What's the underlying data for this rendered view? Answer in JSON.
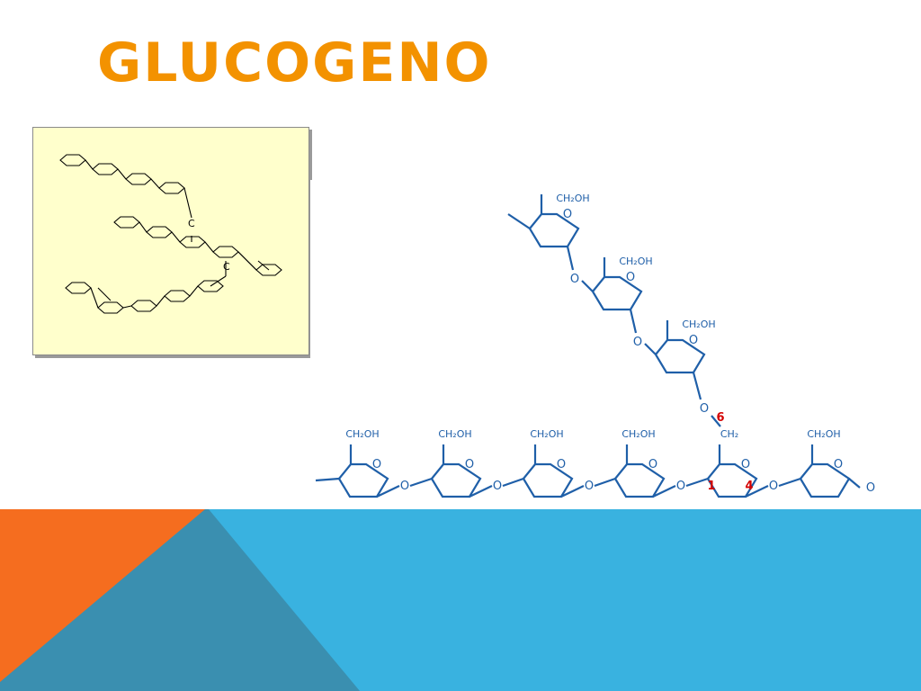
{
  "slide": {
    "title": "GLUCOGENO",
    "title_color": "#f39200"
  },
  "left_diagram": {
    "branch_labels": [
      "C",
      "C"
    ]
  },
  "right_diagram": {
    "group_label": "CH₂OH",
    "ch2_label": "CH₂",
    "ring_oxygen": "O",
    "link_oxygen": "O",
    "carbon_numbers": [
      "6",
      "1",
      "4"
    ],
    "line_color": "#1f5fa8",
    "number_color": "#d40000"
  },
  "banner": {
    "colors": [
      "#39b2e0",
      "#3a8fb0",
      "#f56d1f"
    ]
  }
}
